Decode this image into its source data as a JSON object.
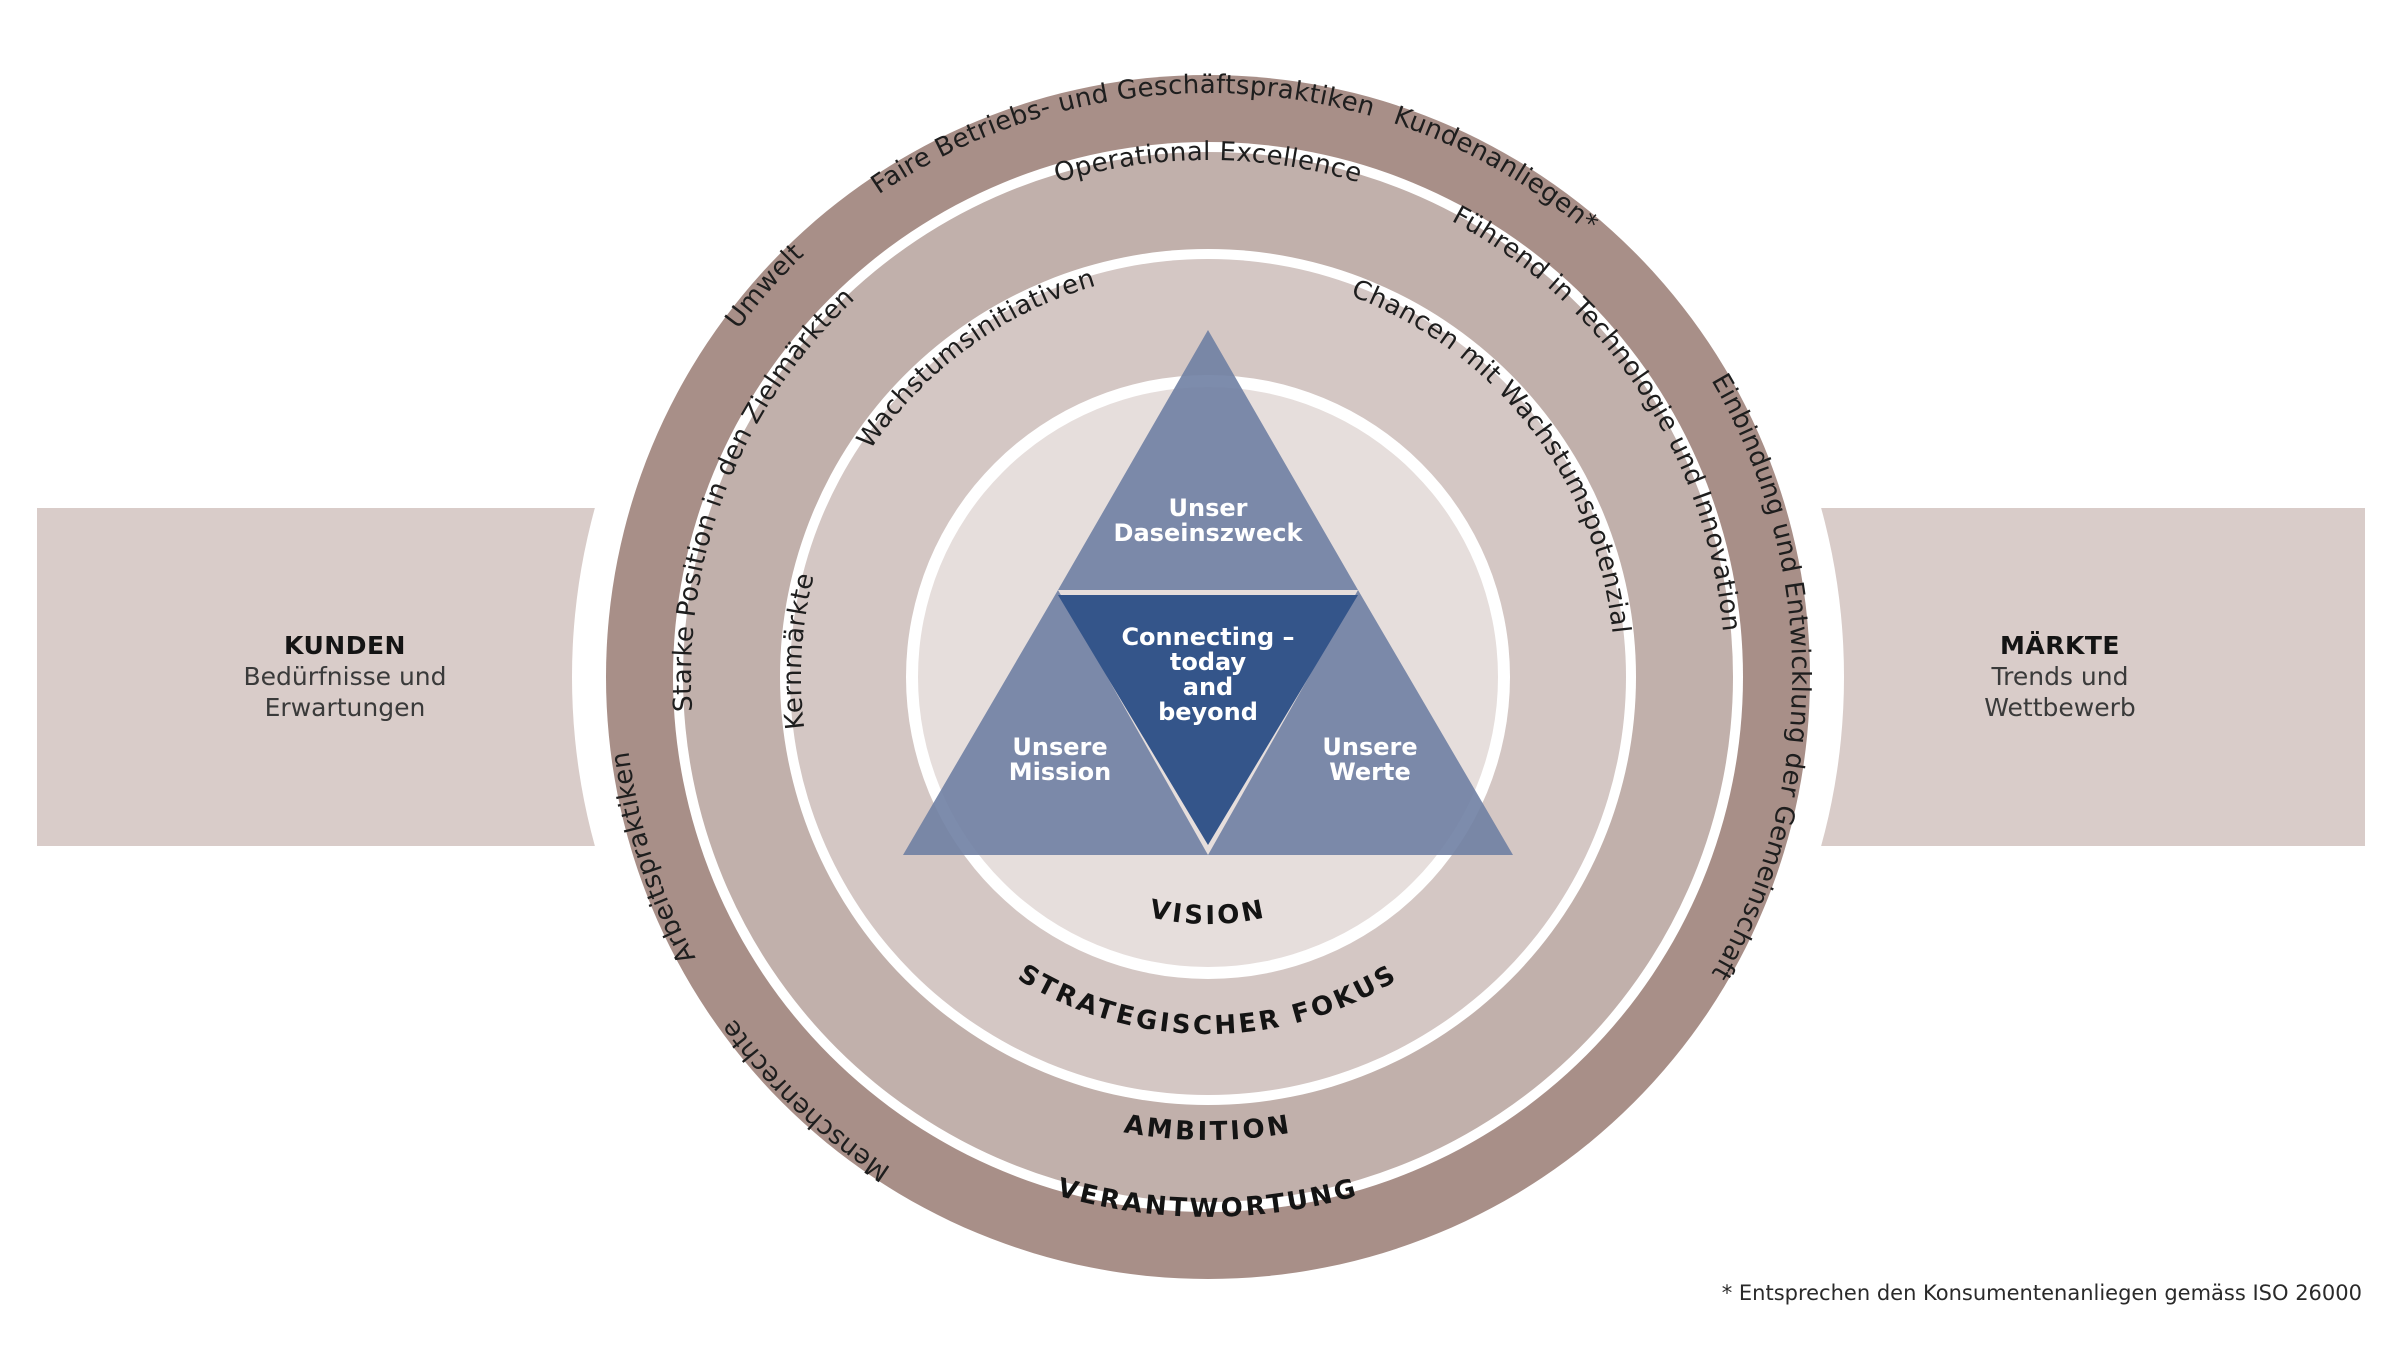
{
  "left_panel": {
    "title": "KUNDEN",
    "line1": "Bedürfnisse und",
    "line2": "Erwartungen"
  },
  "right_panel": {
    "title": "MÄRKTE",
    "line1": "Trends und",
    "line2": "Wettbewerb"
  },
  "rings": {
    "verantwortung": {
      "title": "VERANTWORTUNG",
      "items": [
        "Menschenrechte",
        "Arbeitspraktiken",
        "Umwelt",
        "Faire Betriebs- und Geschäftspraktiken",
        "Kundenanliegen*",
        "Einbindung und Entwicklung der Gemeinschaft"
      ]
    },
    "ambition": {
      "title": "AMBITION",
      "items": [
        "Starke Position in den Zielmärkten",
        "Operational Excellence",
        "Führend in Technologie und Innovation"
      ]
    },
    "strategischer_fokus": {
      "title": "STRATEGISCHER FOKUS",
      "items": [
        "Kernmärkte",
        "Wachstumsinitiativen",
        "Chancen mit Wachstumspotenzial"
      ]
    },
    "vision": {
      "title": "VISION"
    }
  },
  "triangle": {
    "top": [
      "Unser",
      "Daseinszweck"
    ],
    "left": [
      "Unsere",
      "Mission"
    ],
    "right": [
      "Unsere",
      "Werte"
    ],
    "center": [
      "Connecting –",
      "today",
      "and",
      "beyond"
    ]
  },
  "footnote": "* Entsprechen den Konsumentenanliegen gemäss ISO 26000",
  "colors": {
    "ring_outer": "#a88f88",
    "ring_ambition": "#c1b0ab",
    "ring_fokus": "#d4c7c4",
    "ring_vision": "#e6dedc",
    "side_panel": "#d9ccc9",
    "triangle_light": "#6f80a3",
    "triangle_dark": "#34558a"
  }
}
